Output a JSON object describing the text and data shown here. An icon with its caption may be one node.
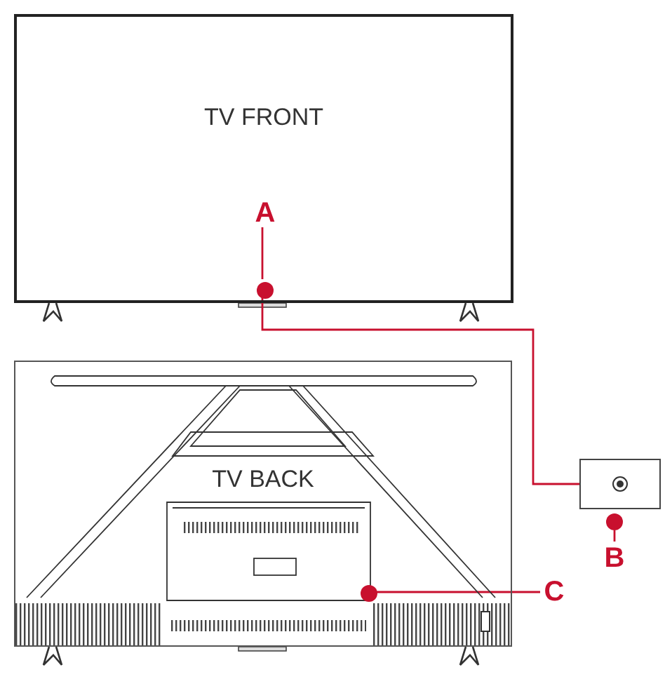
{
  "diagram": {
    "nodes": [
      {
        "text": [
          "TV FRONT"
        ]
      },
      {
        "text": [
          "A"
        ],
        "in": 0
      },
      {
        "text": [],
        "shape": "circle",
        "in": 0
      },
      {
        "text": [],
        "shape": "box"
      },
      {
        "text": [],
        "shape": "circle"
      },
      {
        "text": [
          "B"
        ]
      },
      {
        "text": [
          "TV BACK"
        ]
      },
      {
        "text": [],
        "shape": "circle",
        "in": 6
      },
      {
        "text": [
          "C"
        ]
      }
    ],
    "edges": [
      {
        "from": 1,
        "to": 2,
        "arrow": "none"
      },
      {
        "from": 2,
        "to": 3,
        "arrow": "none"
      },
      {
        "from": 5,
        "to": 4,
        "arrow": "none"
      },
      {
        "from": 8,
        "to": 7,
        "arrow": "none"
      }
    ]
  }
}
